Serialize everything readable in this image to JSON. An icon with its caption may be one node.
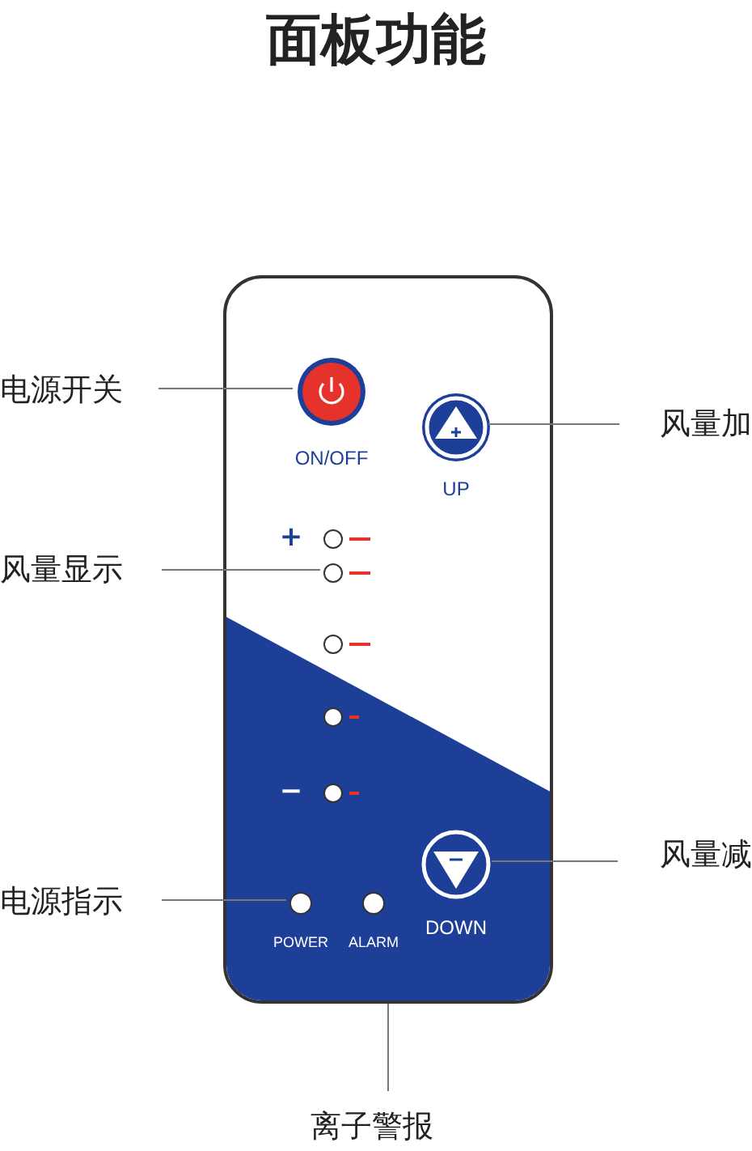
{
  "diagram": {
    "title": "面板功能",
    "nodes": [
      {
        "text": [],
        "shape": "box"
      },
      {
        "text": [],
        "shape": "circle",
        "in": 0,
        "beside": [
          "ON/OFF"
        ]
      },
      {
        "text": [],
        "shape": "circle",
        "in": 0,
        "beside": [
          "UP"
        ]
      },
      {
        "text": [],
        "shape": "circle",
        "in": 0
      },
      {
        "text": [],
        "shape": "circle",
        "in": 0
      },
      {
        "text": [],
        "shape": "circle",
        "in": 0
      },
      {
        "text": [],
        "shape": "circle",
        "in": 0
      },
      {
        "text": [],
        "shape": "circle",
        "in": 0
      },
      {
        "text": [],
        "shape": "circle",
        "in": 0,
        "beside": [
          "DOWN"
        ]
      },
      {
        "text": [],
        "shape": "circle",
        "in": 0,
        "beside": [
          "POWER"
        ]
      },
      {
        "text": [],
        "shape": "circle",
        "in": 0,
        "beside": [
          "ALARM"
        ]
      },
      {
        "text": [
          "电源开关"
        ]
      },
      {
        "text": [
          "风量加"
        ]
      },
      {
        "text": [
          "风量显示"
        ]
      },
      {
        "text": [
          "风量减"
        ]
      },
      {
        "text": [
          "电源指示"
        ]
      },
      {
        "text": [
          "离子警报"
        ]
      }
    ],
    "edges": [
      {
        "from": 11,
        "to": 1,
        "arrow": "none"
      },
      {
        "from": 12,
        "to": 2,
        "arrow": "none"
      },
      {
        "from": 13,
        "to": 4,
        "arrow": "none"
      },
      {
        "from": 14,
        "to": 8,
        "arrow": "none"
      },
      {
        "from": 15,
        "to": 9,
        "arrow": "none"
      },
      {
        "from": 16,
        "to": 0,
        "arrow": "none"
      }
    ],
    "labels": [
      "+",
      "−"
    ]
  }
}
